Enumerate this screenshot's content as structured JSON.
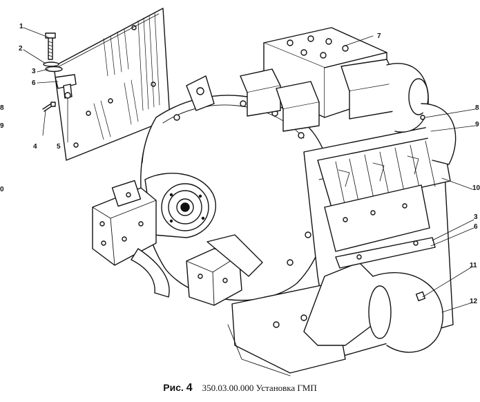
{
  "caption": {
    "fig_label": "Рис.",
    "fig_number": "4",
    "title": "350.03.00.000 Установка ГМП"
  },
  "callouts": {
    "c1": "1",
    "c2": "2",
    "c3a": "3",
    "c6a": "6",
    "c4": "4",
    "c5": "5",
    "c7": "7",
    "c8": "8",
    "c9": "9",
    "c10": "10",
    "c3b": "3",
    "c6b": "6",
    "c11": "11",
    "c12": "12",
    "left8": "8",
    "left9": "9",
    "left10": "0"
  }
}
